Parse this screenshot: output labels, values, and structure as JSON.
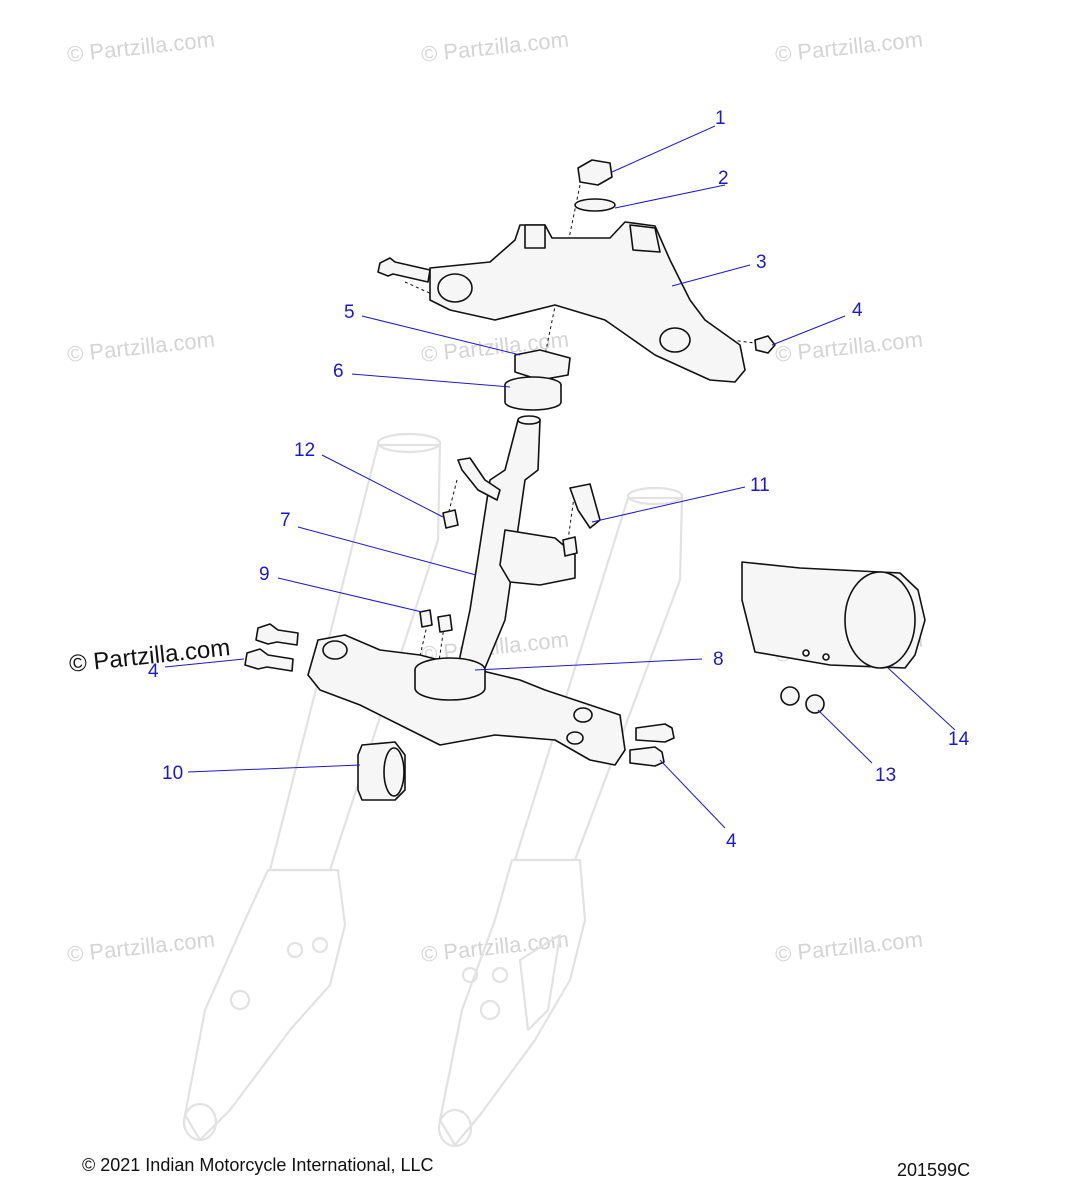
{
  "diagram": {
    "callouts": [
      {
        "id": "1",
        "label": "1"
      },
      {
        "id": "2",
        "label": "2"
      },
      {
        "id": "3",
        "label": "3"
      },
      {
        "id": "4a",
        "label": "4"
      },
      {
        "id": "5",
        "label": "5"
      },
      {
        "id": "6",
        "label": "6"
      },
      {
        "id": "12",
        "label": "12"
      },
      {
        "id": "11",
        "label": "11"
      },
      {
        "id": "7",
        "label": "7"
      },
      {
        "id": "9",
        "label": "9"
      },
      {
        "id": "4b",
        "label": "4"
      },
      {
        "id": "8",
        "label": "8"
      },
      {
        "id": "10",
        "label": "10"
      },
      {
        "id": "4c",
        "label": "4"
      },
      {
        "id": "13",
        "label": "13"
      },
      {
        "id": "14",
        "label": "14"
      }
    ],
    "watermark": "© Partzilla.com",
    "watermark_strong": "© Partzilla.com"
  },
  "footer": {
    "copyright": "© 2021 Indian Motorcycle International, LLC",
    "diagram_id": "201599C"
  }
}
